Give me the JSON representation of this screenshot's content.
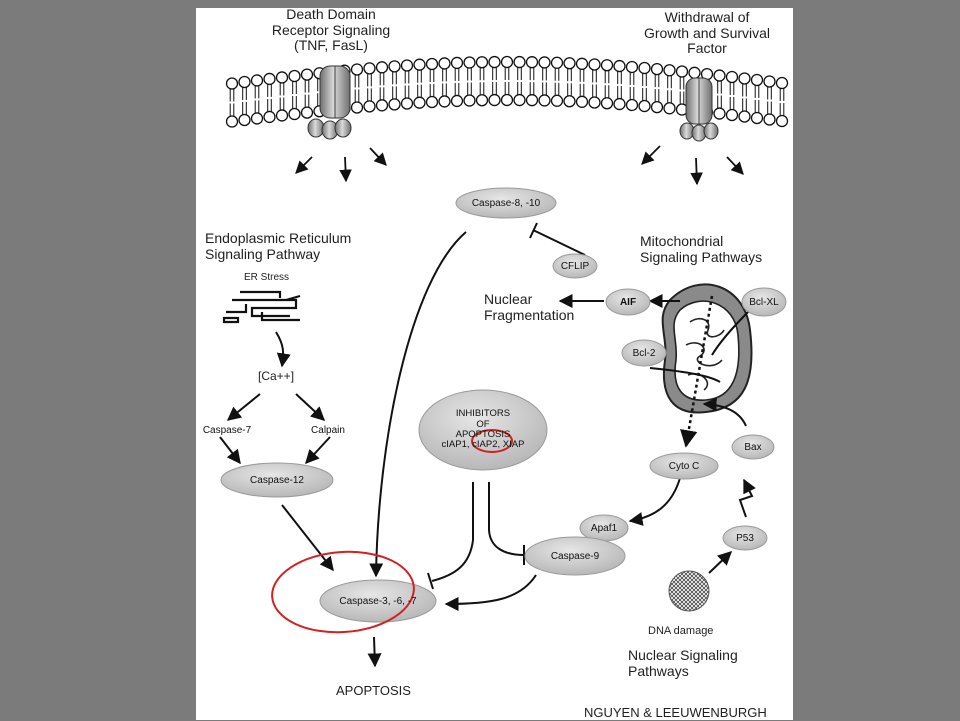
{
  "labels": {
    "death_domain": [
      "Death Domain",
      "Receptor Signaling",
      "(TNF, FasL)"
    ],
    "withdrawal": [
      "Withdrawal of",
      "Growth and Survival",
      "Factor"
    ],
    "er_pathway": [
      "Endoplasmic Reticulum",
      "Signaling Pathway"
    ],
    "er_stress": "ER Stress",
    "calcium": "[Ca++]",
    "mito_pathways": [
      "Mitochondrial",
      "Signaling  Pathways"
    ],
    "nuclear_fragmentation": [
      "Nuclear",
      "Fragmentation"
    ],
    "nuclear_pathways": [
      "Nuclear Signaling",
      "Pathways"
    ],
    "dna_damage": "DNA damage",
    "apoptosis": "APOPTOSIS",
    "credit": "NGUYEN & LEEUWENBURGH"
  },
  "nodes": {
    "caspase_8_10": "Caspase-8, -10",
    "cflip": "CFLIP",
    "aif": "AIF",
    "bcl_xl": "Bcl-XL",
    "bcl_2": "Bcl-2",
    "caspase_7": "Caspase-7",
    "calpain": "Calpain",
    "caspase_12": "Caspase-12",
    "inhibitors": [
      "INHIBITORS",
      "OF",
      "APOPTOSIS",
      "cIAP1, cIAP2, XIAP"
    ],
    "cyto_c": "Cyto C",
    "bax": "Bax",
    "apaf1": "Apaf1",
    "caspase_9": "Caspase-9",
    "p53": "P53",
    "caspase_3_6_7": "Caspase-3, -6, -7"
  },
  "colors": {
    "background": "#7b7b7b",
    "panel": "#ffffff",
    "node_fill": "#c8c8c8",
    "highlight_circle": "#d42020"
  }
}
